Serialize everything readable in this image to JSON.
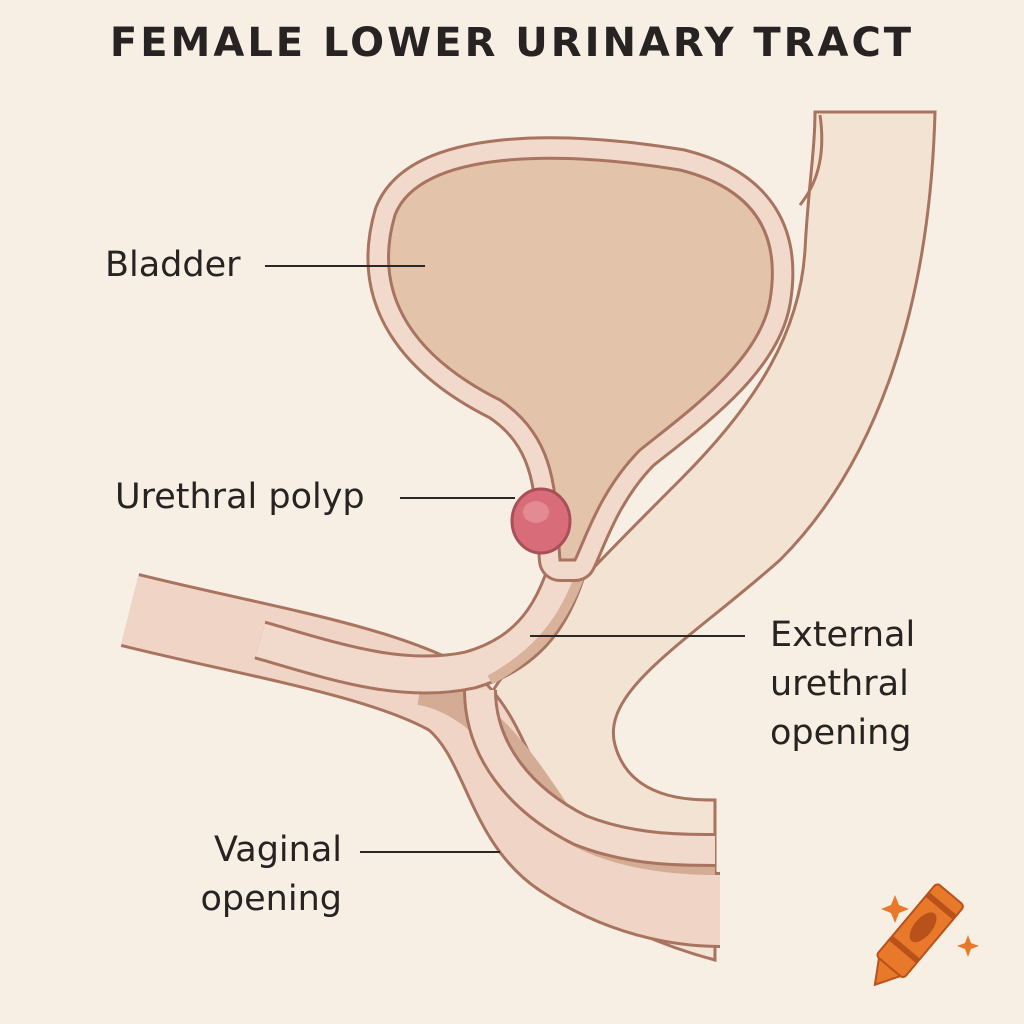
{
  "title": "FEMALE LOWER URINARY TRACT",
  "labels": {
    "bladder": "Bladder",
    "urethral_polyp": "Urethral polyp",
    "external_urethral_opening": [
      "External",
      "urethral",
      "opening"
    ],
    "vaginal_opening": [
      "Vaginal",
      "opening"
    ]
  },
  "colors": {
    "background": "#f7efe4",
    "tissue": "#f1d9cb",
    "outline": "#a8735f",
    "bladder_interior": "#e4c3ab",
    "polyp": "#d86c78",
    "logo": "#e8792a"
  }
}
